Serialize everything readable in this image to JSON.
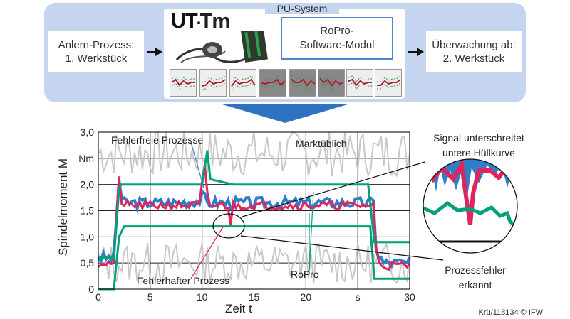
{
  "top": {
    "left_box": [
      "Anlern-Prozess:",
      "1. Werkstück"
    ],
    "pu_title": "PÜ-System",
    "logo_a": "UT",
    "logo_b": "Tm",
    "ropro_box": [
      "RoPro-",
      "Software-Modul"
    ],
    "right_box": [
      "Überwachung ab:",
      "2. Werkstück"
    ]
  },
  "colors": {
    "panel": "#c5d5ef",
    "chevron": "#2e73c2",
    "good_signal": "#2f7fc8",
    "faulty_signal": "#e0245e",
    "envelope": "#00a07a",
    "conventional": "#c8c8c8"
  },
  "icons": [
    "sensor-device-image",
    "signal-thumbnail"
  ],
  "chart_data": {
    "type": "line",
    "xlabel": "Zeit t",
    "ylabel": "Spindelmoment M",
    "x_ticks": [
      "0",
      "5",
      "10",
      "15",
      "20",
      "s",
      "30"
    ],
    "y_ticks": [
      "0",
      "0,5",
      "1,0",
      "1,5",
      "2,0",
      "Nm",
      "3,0"
    ],
    "xlim": [
      0,
      30
    ],
    "ylim": [
      0,
      3.0
    ],
    "grid": true,
    "annotations": {
      "fehlerfrei": "Fehlerfreie Prozesse",
      "fehlerhaft": "Fehlerhafter Prozess",
      "marktueblich": "Marktüblich",
      "ropro": "RoPro"
    },
    "series": [
      {
        "key": "ok",
        "x": [
          0,
          1.5,
          1.8,
          2.0,
          2.3,
          3.5,
          7.5,
          9.8,
          10.1,
          10.5,
          13.5,
          14.5,
          26.5,
          26.8,
          27.5,
          30
        ],
        "values": [
          0.6,
          0.6,
          1.5,
          2.1,
          1.65,
          1.65,
          1.65,
          1.7,
          1.8,
          1.65,
          1.65,
          1.65,
          1.65,
          0.7,
          0.5,
          0.5
        ]
      },
      {
        "key": "faulty",
        "x": [
          0,
          1.5,
          1.8,
          2.0,
          2.3,
          9.8,
          10.2,
          10.6,
          12.6,
          12.8,
          13.0,
          13.3,
          26.5,
          26.8,
          27.5,
          30
        ],
        "values": [
          0.5,
          0.5,
          1.5,
          2.1,
          1.6,
          1.6,
          2.4,
          1.6,
          1.6,
          1.15,
          1.6,
          1.6,
          1.6,
          0.6,
          0.45,
          0.45
        ]
      },
      {
        "key": "upper_envelope",
        "x": [
          0,
          1.5,
          2.0,
          2.2,
          10.0,
          10.5,
          10.8,
          13,
          24,
          26.0,
          26.6,
          30
        ],
        "values": [
          0.6,
          0.6,
          1.9,
          2.0,
          2.0,
          2.65,
          2.1,
          2.0,
          2.0,
          2.0,
          0.9,
          0.9
        ]
      },
      {
        "key": "lower_envelope",
        "x": [
          0,
          1.5,
          2.0,
          2.5,
          26.2,
          26.6,
          30
        ],
        "values": [
          0,
          0,
          1.0,
          1.2,
          1.2,
          0.2,
          0.2
        ]
      },
      {
        "key": "conventional_upper",
        "x": [
          0,
          30
        ],
        "values": [
          2.6,
          2.6
        ]
      },
      {
        "key": "conventional_lower",
        "x": [
          0,
          30
        ],
        "values": [
          0.5,
          0.5
        ]
      }
    ]
  },
  "zoom": {
    "top_label": [
      "Signal unterschreitet",
      "untere Hüllkurve"
    ],
    "bottom_label": [
      "Prozessfehler",
      "erkannt"
    ]
  },
  "credit": "Krü/118134 © IFW"
}
